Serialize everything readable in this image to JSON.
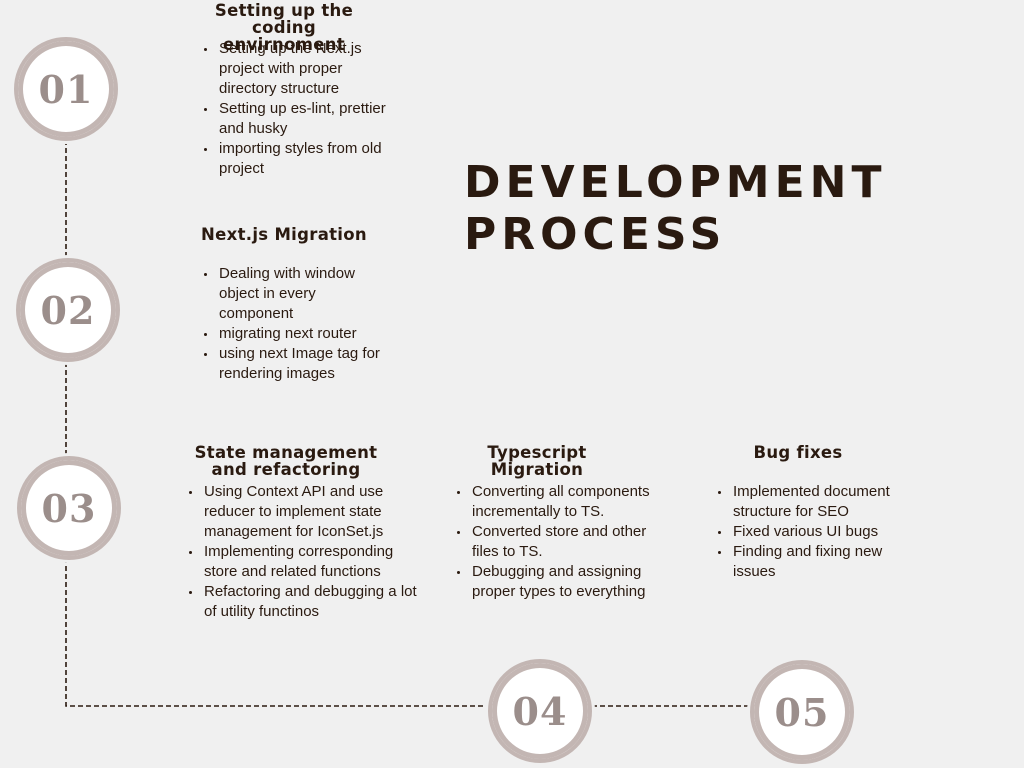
{
  "headline": {
    "line1": "DEVELOPMENT",
    "line2": "PROCESS"
  },
  "colors": {
    "background": "#f0f0f0",
    "text": "#2a1a10",
    "circle_border": "#c3b6b3",
    "circle_number": "#9b8e8b",
    "connector": "#2a1a10"
  },
  "steps": [
    {
      "number": "01",
      "title": "Setting up the coding envirnoment",
      "items": [
        "Setting up the Next.js project with proper directory structure",
        "Setting up es-lint, prettier and husky",
        "importing styles from old project"
      ]
    },
    {
      "number": "02",
      "title": "Next.js Migration",
      "items": [
        "Dealing with window object in every component",
        "migrating next router",
        "using next Image tag for rendering images"
      ]
    },
    {
      "number": "03",
      "title": "State management and refactoring",
      "items": [
        "Using Context API and use reducer to implement state management for IconSet.js",
        "Implementing corresponding store and related functions",
        "Refactoring and debugging a lot of utility functinos"
      ]
    },
    {
      "number": "04",
      "title": "Typescript Migration",
      "items": [
        "Converting all components incrementally to TS.",
        "Converted store and other files to TS.",
        "Debugging and assigning proper types to everything"
      ]
    },
    {
      "number": "05",
      "title": "Bug fixes",
      "items": [
        "Implemented document structure for SEO",
        "Fixed various UI bugs",
        "Finding and fixing new issues"
      ]
    }
  ]
}
